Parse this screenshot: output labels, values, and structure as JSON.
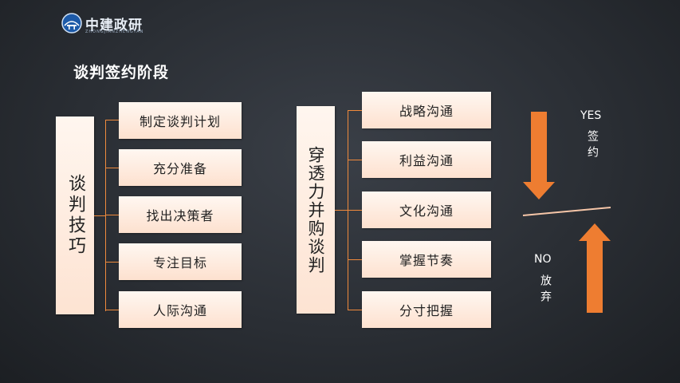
{
  "logo": {
    "text": "中建政研",
    "subtext": "ZHONGJIANZHENGYAN"
  },
  "title": "谈判签约阶段",
  "left_group": {
    "label": "谈判技巧",
    "items": [
      "制定谈判计划",
      "充分准备",
      "找出决策者",
      "专注目标",
      "人际沟通"
    ]
  },
  "middle_group": {
    "label": "穿透力并购谈判",
    "items": [
      "战略沟通",
      "利益沟通",
      "文化沟通",
      "掌握节奏",
      "分寸把握"
    ]
  },
  "decision": {
    "yes_label": "YES",
    "yes_text": "签约",
    "no_label": "NO",
    "no_text": "放弃",
    "arrow_color": "#ee7d31",
    "line_color": "#f6c6a8"
  },
  "colors": {
    "connector": "#f08a3c",
    "box_top": "#fff6ef",
    "box_bottom": "#fde1cf"
  }
}
